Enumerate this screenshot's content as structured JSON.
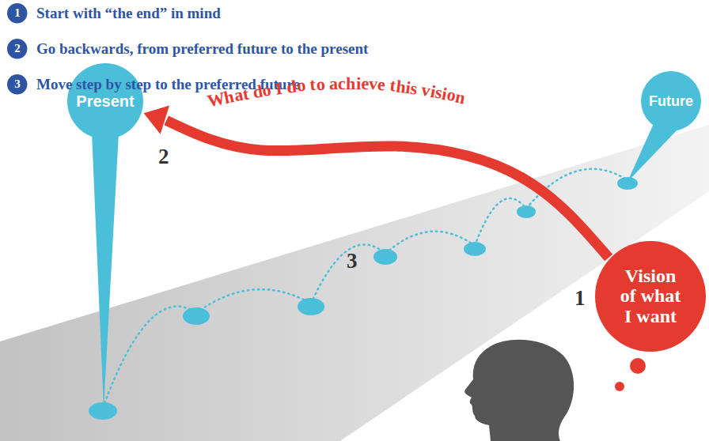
{
  "diagram": {
    "nodes": [
      {
        "text": [
          "1"
        ]
      },
      {
        "text": [
          "2"
        ]
      },
      {
        "text": [
          "3"
        ]
      },
      {
        "text": [
          "Present"
        ]
      },
      {
        "text": [
          "Future"
        ]
      },
      {
        "text": [
          "Vision of what I want"
        ]
      }
    ],
    "edges": [
      {
        "from": 5,
        "to": 3,
        "arrow": "to",
        "label": "What do I do to achieve this vision"
      }
    ],
    "labels": [
      "Start with “the end” in mind",
      "Go backwards, from preferred future to the present",
      "Move step by step to the preferred future",
      "2",
      "3",
      "1"
    ]
  }
}
